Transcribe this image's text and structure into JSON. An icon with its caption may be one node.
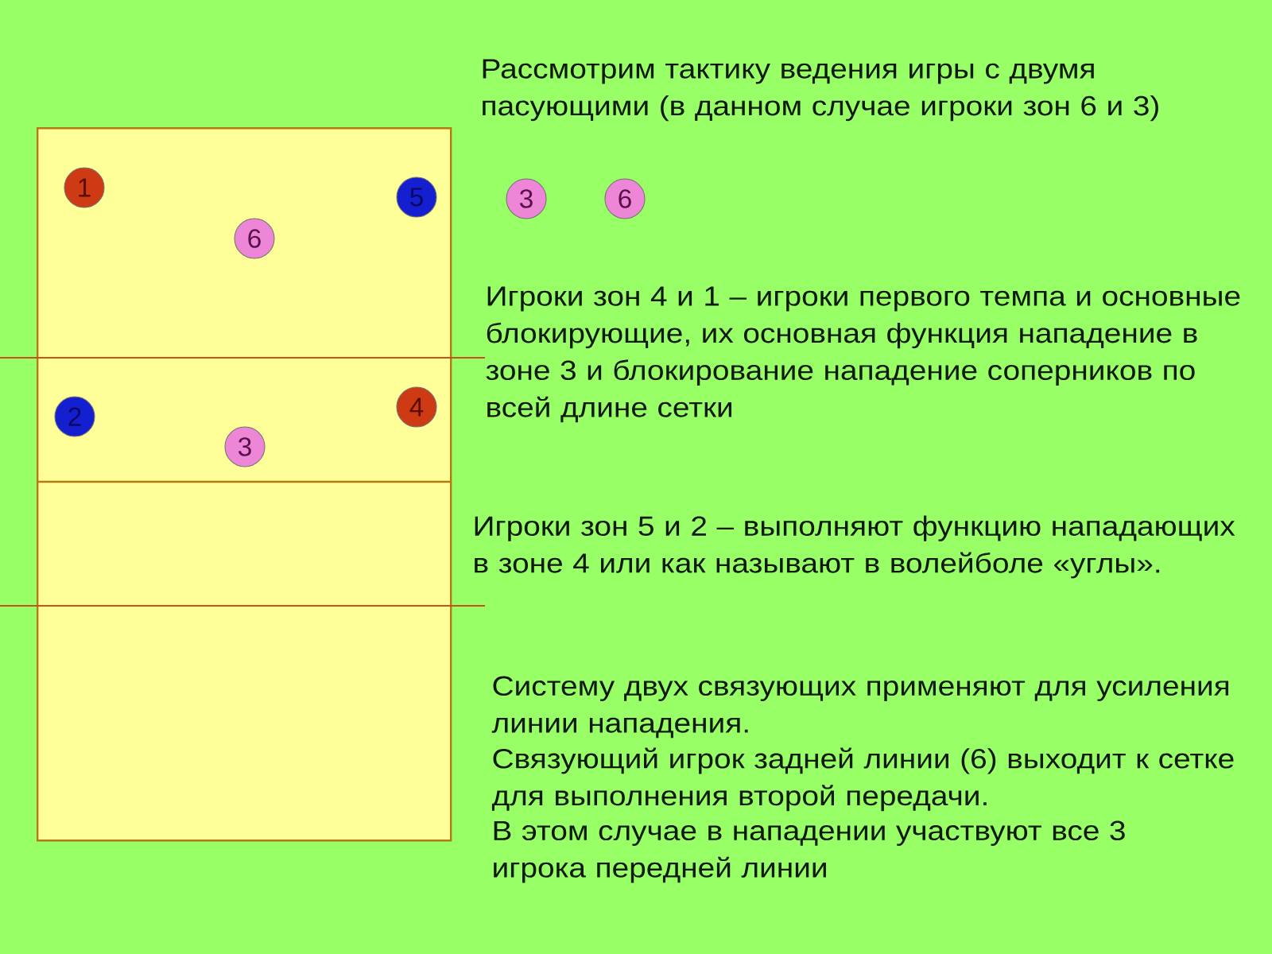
{
  "diagram": {
    "nodes": [
      {
        "text": [],
        "shape": "box"
      },
      {
        "text": [
          "1"
        ],
        "in": 0
      },
      {
        "text": [
          "5"
        ],
        "in": 0
      },
      {
        "text": [
          "6"
        ],
        "in": 0
      },
      {
        "text": [
          "4"
        ],
        "in": 0
      },
      {
        "text": [
          "2"
        ],
        "in": 0
      },
      {
        "text": [
          "3"
        ],
        "in": 0
      },
      {
        "text": [
          "3"
        ]
      },
      {
        "text": [
          "6"
        ]
      }
    ],
    "labels": [
      "Рассмотрим тактику ведения игры с двумя пасующими (в данном случае игроки зон 6 и 3)",
      "Игроки зон 4 и 1 – игроки первого темпа и основные блокирующие, их основная функция нападение в зоне 3 и блокирование нападение соперников по всей длине сетки",
      "Игроки зон 5 и 2 – выполняют функцию нападающих в зоне 4 или как называют в волейболе «углы».",
      "Систему двух связующих применяют для усиления линии нападения.",
      "Связующий игрок задней линии (6) выходит к сетке для выполнения второй передачи.",
      "В этом случае в нападении участвуют все 3 игрока передней линии"
    ]
  }
}
